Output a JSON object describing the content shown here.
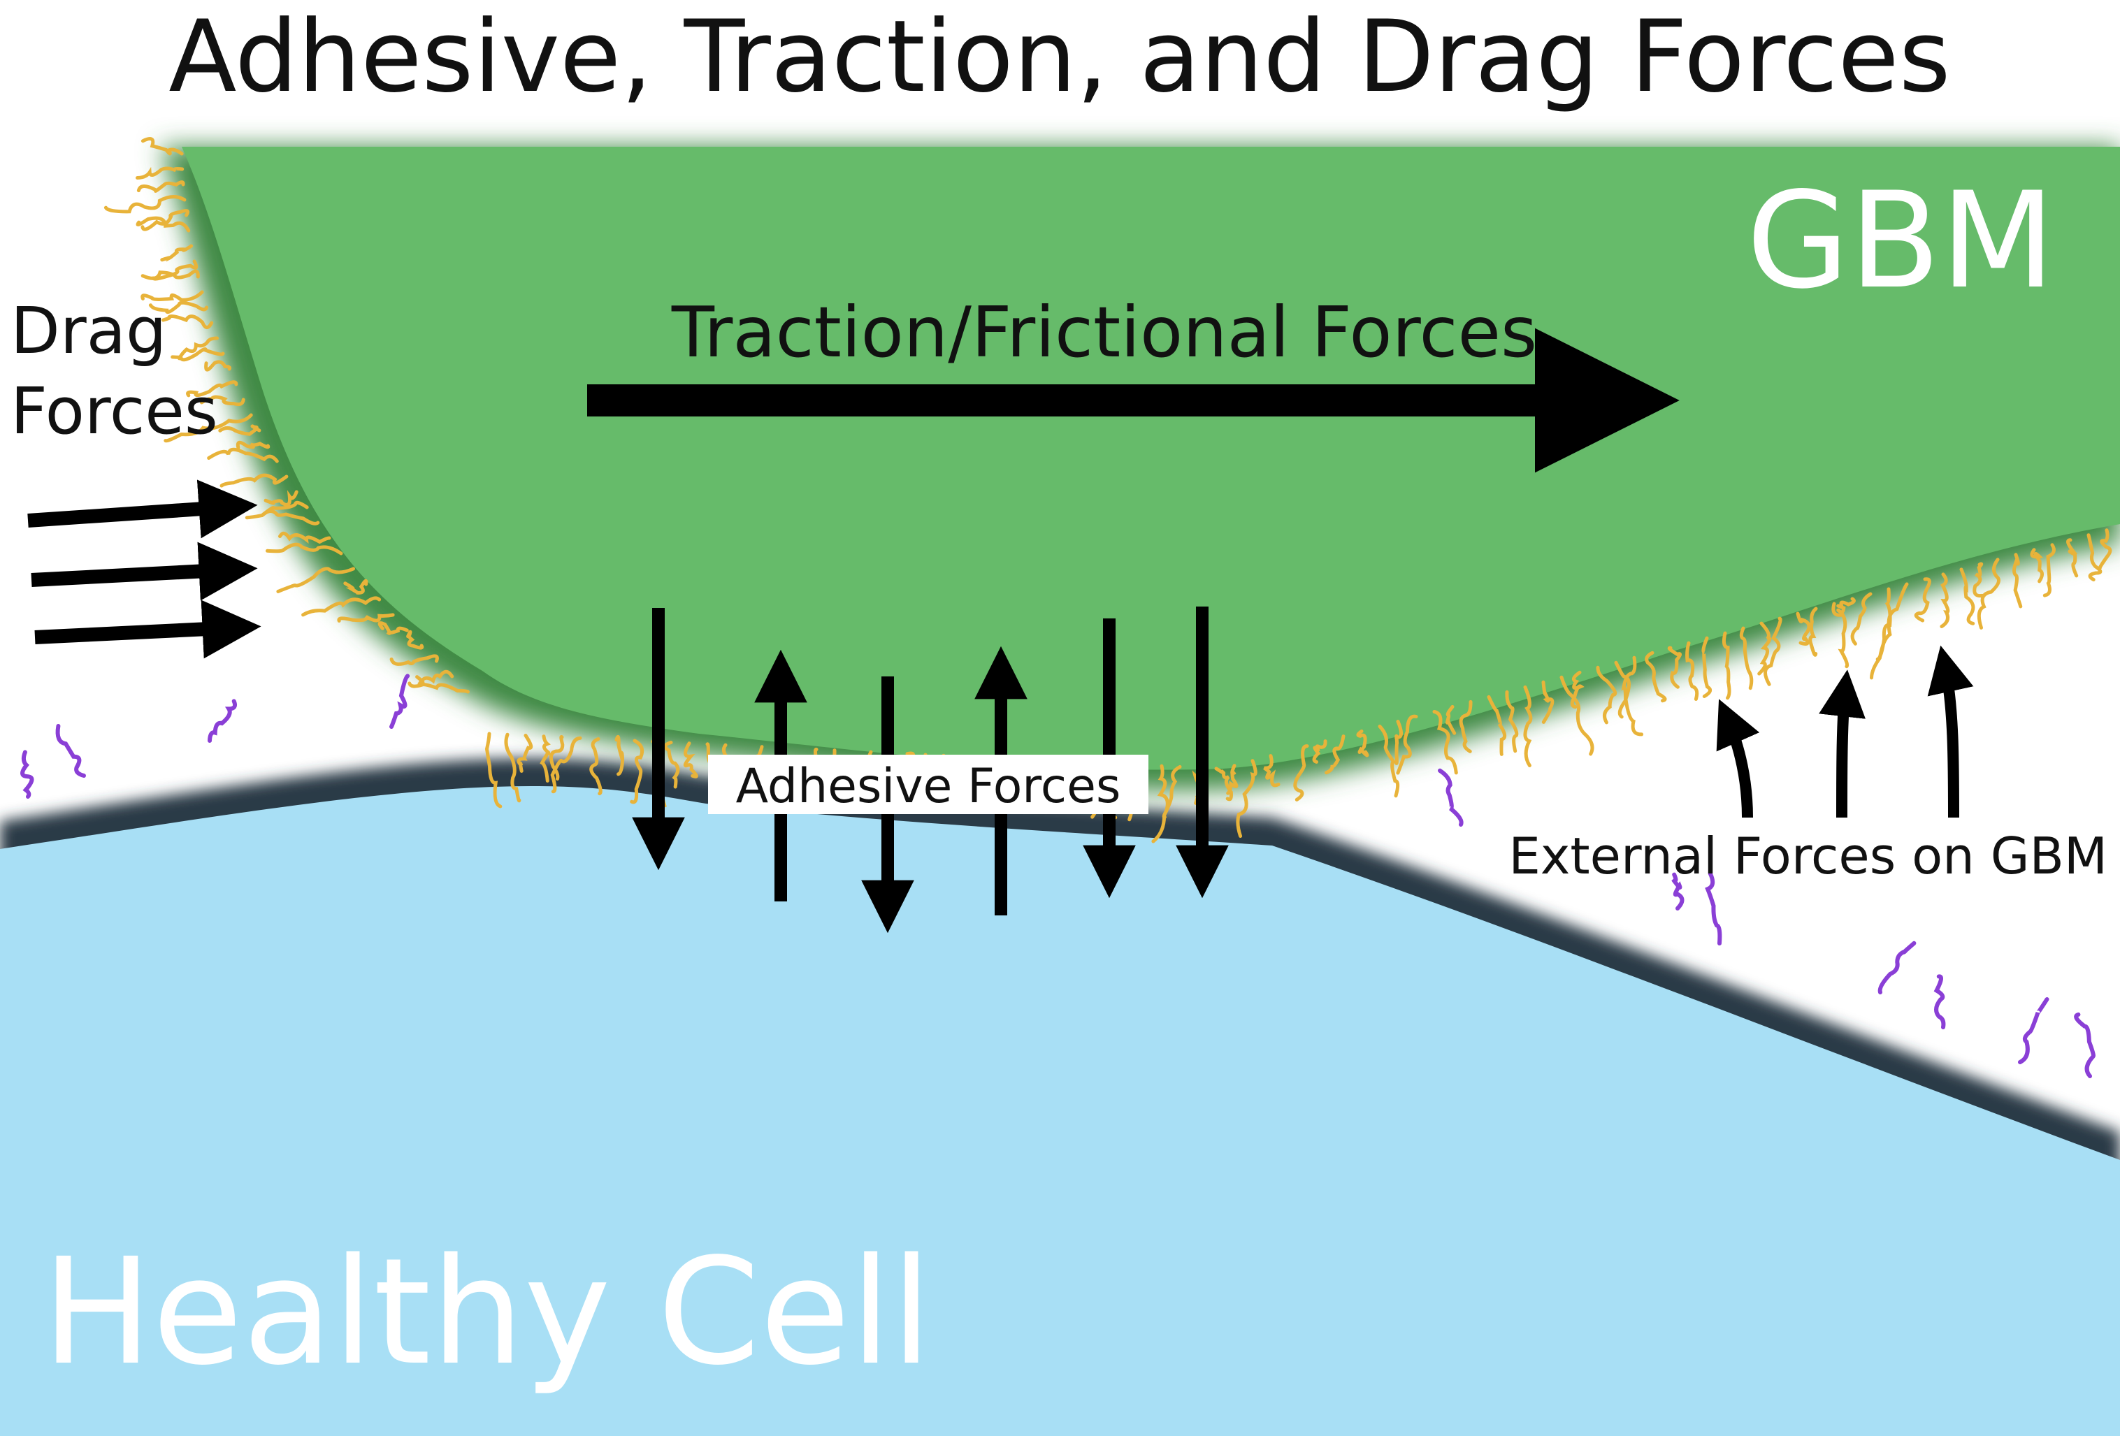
{
  "title": "Adhesive, Traction, and Drag Forces",
  "labels": {
    "gbm": "GBM",
    "healthy_cell": "Healthy Cell",
    "drag_forces_line1": "Drag",
    "drag_forces_line2": "Forces",
    "traction_forces": "Traction/Frictional Forces",
    "adhesive_forces": "Adhesive Forces",
    "external_forces": "External Forces on GBM"
  },
  "colors": {
    "gbm_fill": "#66bb6a",
    "gbm_edge": "#3f8a45",
    "cell_fill": "#a8dff5",
    "cell_edge": "#2b3a46",
    "protrusion_yellow": "#e8b33a",
    "protrusion_purple": "#8a3fd6",
    "arrow": "#000000",
    "label_text_dark": "#111111",
    "label_text_light": "#ffffff"
  },
  "icons": {
    "drag_arrows": "arrow-right-icon",
    "traction_arrow": "arrow-right-icon",
    "adhesive_arrows": "arrow-up-down-icon",
    "external_arrows": "arrow-up-icon"
  }
}
